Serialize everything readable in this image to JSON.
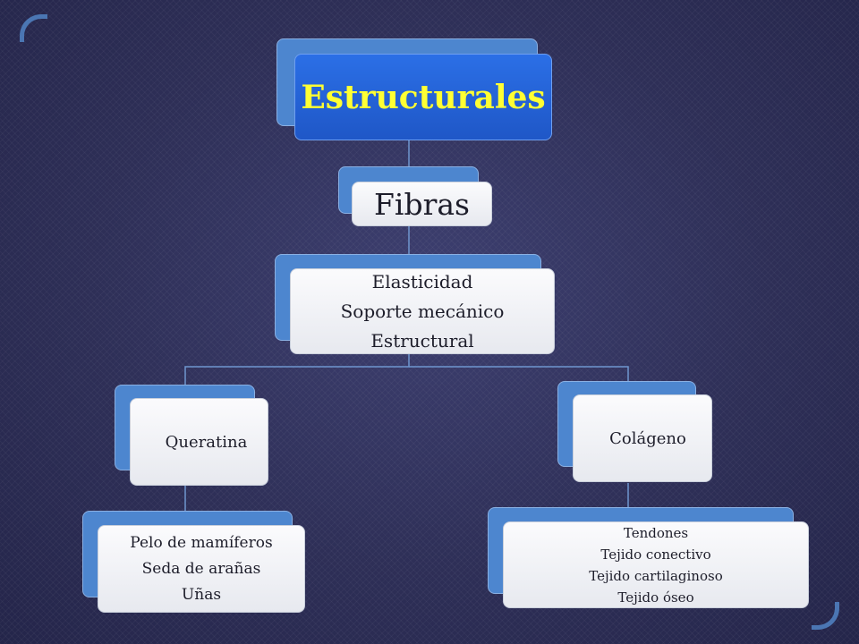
{
  "diagram": {
    "root": {
      "label": "Estructurales"
    },
    "level1": {
      "label": "Fibras"
    },
    "level2": {
      "lines": [
        "Elasticidad",
        "Soporte mecánico",
        "Estructural"
      ]
    },
    "left": {
      "label": "Queratina",
      "items": [
        "Pelo de mamíferos",
        "Seda de arañas",
        "Uñas"
      ]
    },
    "right": {
      "label": "Colágeno",
      "items": [
        "Tendones",
        "Tejido conectivo",
        "Tejido cartilaginoso",
        "Tejido óseo"
      ]
    }
  },
  "colors": {
    "background": "#2e2f57",
    "shape_accent": "#4d86cf",
    "title_fill": "#2466dd",
    "title_text": "#ffff33"
  }
}
